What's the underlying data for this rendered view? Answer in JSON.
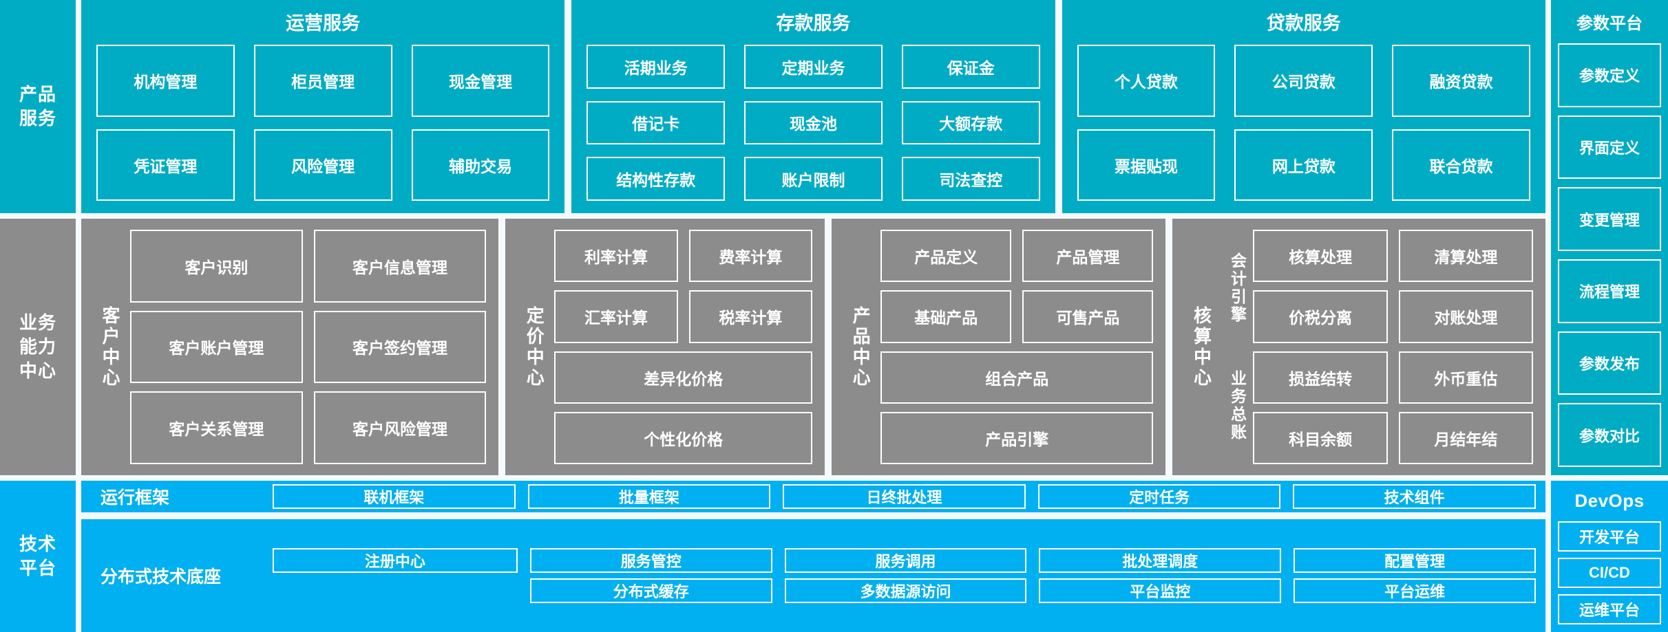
{
  "colors": {
    "teal": "#00acc4",
    "grey": "#8c8c8c",
    "blue": "#00b0f0",
    "background": "#f5fafd",
    "border": "#ffffff",
    "text": "#ffffff"
  },
  "rows": {
    "product_service": {
      "rail_label": "产品\n服务",
      "groups": [
        {
          "title": "运营服务",
          "cells": [
            "机构管理",
            "柜员管理",
            "现金管理",
            "凭证管理",
            "风险管理",
            "辅助交易"
          ]
        },
        {
          "title": "存款服务",
          "cells": [
            "活期业务",
            "定期业务",
            "保证金",
            "借记卡",
            "现金池",
            "大额存款",
            "结构性存款",
            "账户限制",
            "司法查控"
          ]
        },
        {
          "title": "贷款服务",
          "cells": [
            "个人贷款",
            "公司贷款",
            "融资贷款",
            "票据贴现",
            "网上贷款",
            "联合贷款"
          ]
        }
      ],
      "side": {
        "title": "参数平台",
        "items": [
          "参数定义",
          "界面定义",
          "变更管理",
          "流程管理",
          "参数发布",
          "参数对比"
        ]
      }
    },
    "business_capability": {
      "rail_label": "业务\n能力\n中心",
      "centers": [
        {
          "label": "客户中心",
          "sub_labels": [],
          "cells": [
            "客户识别",
            "客户信息管理",
            "客户账户管理",
            "客户签约管理",
            "客户关系管理",
            "客户风险管理"
          ],
          "rows": 3
        },
        {
          "label": "定价中心",
          "sub_labels": [],
          "cells": [
            "利率计算",
            "费率计算",
            "汇率计算",
            "税率计算",
            "差异化价格",
            "个性化价格"
          ],
          "wide": [
            "差异化价格",
            "个性化价格"
          ],
          "rows": 4
        },
        {
          "label": "产品中心",
          "sub_labels": [],
          "cells": [
            "产品定义",
            "产品管理",
            "基础产品",
            "可售产品",
            "组合产品",
            "产品引擎"
          ],
          "wide": [
            "组合产品",
            "产品引擎"
          ],
          "rows": 4
        },
        {
          "label": "核算中心",
          "sub_labels": [
            "会计引擎",
            "业务总账"
          ],
          "cells": [
            "核算处理",
            "清算处理",
            "价税分离",
            "对账处理",
            "损益结转",
            "外币重估",
            "科目余额",
            "月结年结"
          ],
          "rows": 4
        }
      ]
    },
    "tech_platform": {
      "rail_label": "技术\n平台",
      "runtime": {
        "label": "运行框架",
        "cells": [
          "联机框架",
          "批量框架",
          "日终批处理",
          "定时任务",
          "技术组件"
        ]
      },
      "foundation": {
        "label": "分布式技术底座",
        "registry": "注册中心",
        "columns": [
          [
            "服务管控",
            "分布式缓存"
          ],
          [
            "服务调用",
            "多数据源访问"
          ],
          [
            "批处理调度",
            "平台监控"
          ],
          [
            "配置管理",
            "平台运维"
          ]
        ]
      },
      "side": {
        "title": "DevOps",
        "items": [
          "开发平台",
          "CI/CD",
          "运维平台"
        ]
      }
    }
  }
}
